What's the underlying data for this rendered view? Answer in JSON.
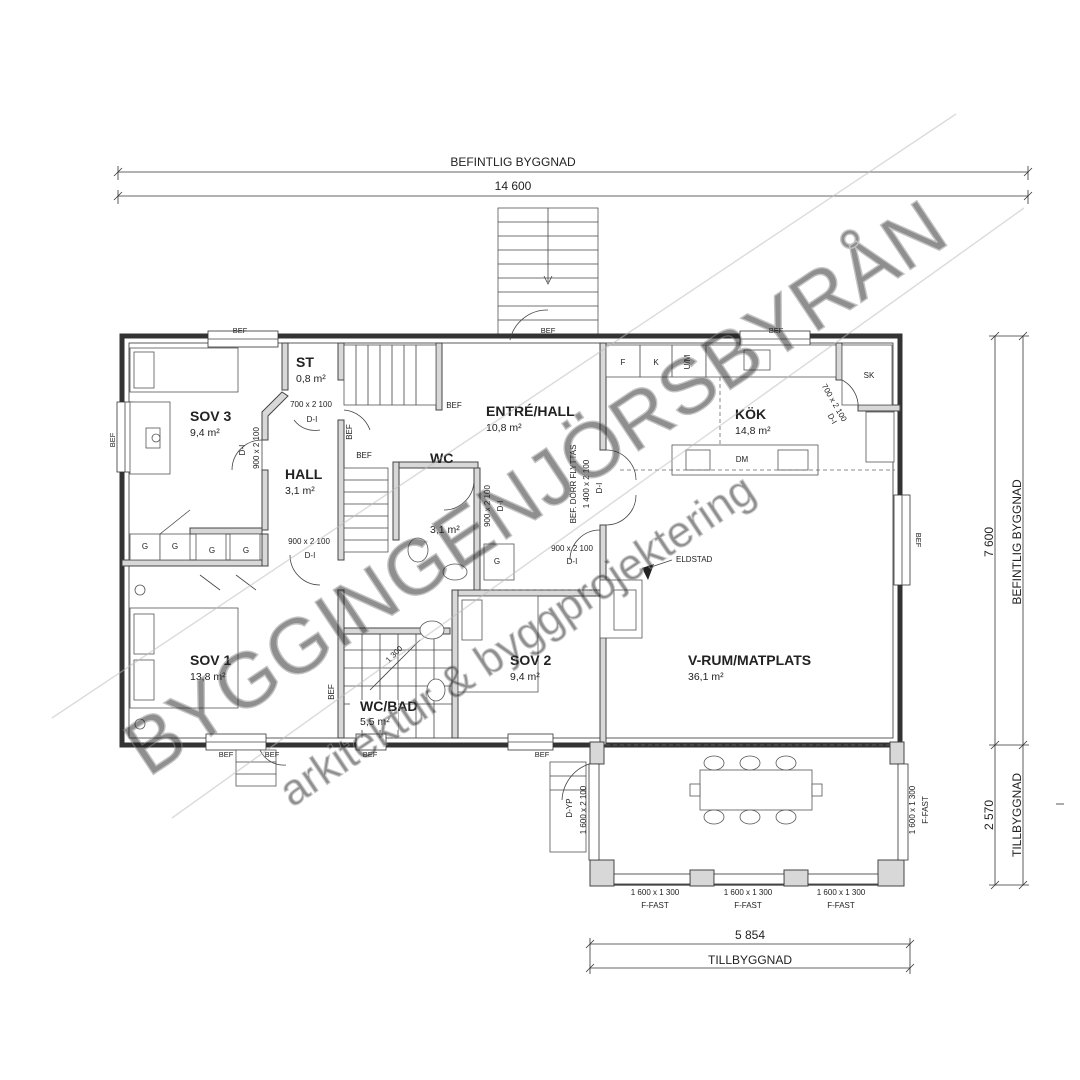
{
  "dimensions": {
    "top_label": "BEFINTLIG BYGGNAD",
    "top_value": "14 600",
    "right_existing_value": "7 600",
    "right_existing_label": "BEFINTLIG BYGGNAD",
    "right_extension_value": "2 570",
    "right_extension_label": "TILLBYGGNAD",
    "bottom_value": "5 854",
    "bottom_label": "TILLBYGGNAD"
  },
  "rooms": {
    "sov3": {
      "name": "SOV 3",
      "area": "9,4 m²"
    },
    "st": {
      "name": "ST",
      "area": "0,8 m²"
    },
    "entre": {
      "name": "ENTRÉ/HALL",
      "area": "10,8 m²"
    },
    "kok": {
      "name": "KÖK",
      "area": "14,8 m²"
    },
    "hall": {
      "name": "HALL",
      "area": "3,1 m²"
    },
    "wc": {
      "name": "WC",
      "area": "3,1 m²"
    },
    "sov1": {
      "name": "SOV 1",
      "area": "13,8 m²"
    },
    "sov2": {
      "name": "SOV 2",
      "area": "9,4 m²"
    },
    "vrum": {
      "name": "V-RUM/MATPLATS",
      "area": "36,1 m²"
    },
    "wcbad": {
      "name": "WC/BAD",
      "area": "5,5 m²"
    }
  },
  "labels": {
    "bef": "BEF",
    "sk": "SK",
    "dm": "DM",
    "f": "F",
    "k": "K",
    "um": "U/M",
    "g": "G",
    "d_i": "D-I",
    "d_yp": "D-YP",
    "f_fast": "F-FAST",
    "eldstad": "ELDSTAD",
    "bef_dorr_flyttas": "BEF. DÖRR FLYTTAS",
    "door_700": "700 x 2 100",
    "door_900": "900 x 2 100",
    "door_1400": "1 400 x 2 100",
    "door_1600": "1 600 x 2 100",
    "window_1600": "1 600 x 1 300",
    "dim_1300": "1 300"
  },
  "watermark": {
    "main": "BYGGINGENJÖRSBYRÅN",
    "sub": "arkitektur & byggprojektering"
  }
}
